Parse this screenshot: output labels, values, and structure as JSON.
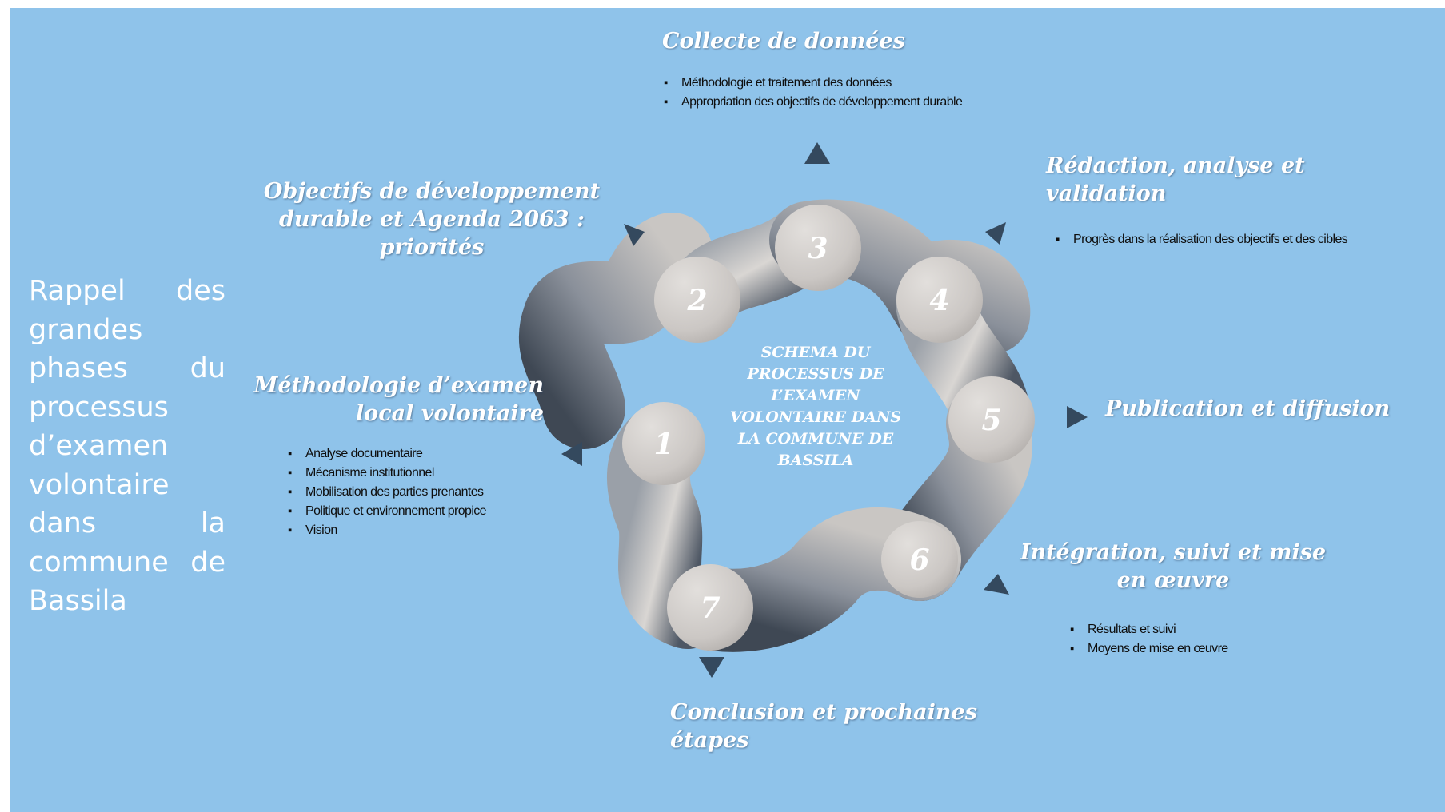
{
  "side_title": "Rappel des grandes phases du processus d’examen volontaire dans la commune de Bassila",
  "center_title": "SCHEMA DU PROCESSUS DE L’EXAMEN VOLONTAIRE DANS LA COMMUNE DE BASSILA",
  "nodes": [
    "1",
    "2",
    "3",
    "4",
    "5",
    "6",
    "7"
  ],
  "phases": {
    "methodologie": {
      "title": "Méthodologie d’examen local volontaire",
      "bullets": [
        "Analyse documentaire",
        "Mécanisme institutionnel",
        "Mobilisation des parties prenantes",
        "Politique et environnement propice",
        "Vision"
      ]
    },
    "objectifs": {
      "title": "Objectifs de développement durable et Agenda 2063 : priorités"
    },
    "collecte": {
      "title": "Collecte de données",
      "bullets": [
        "Méthodologie et traitement des données",
        "Appropriation des objectifs de développement durable"
      ]
    },
    "redaction": {
      "title": "Rédaction, analyse et validation",
      "bullets": [
        "Progrès dans la réalisation des objectifs et des cibles"
      ]
    },
    "publication": {
      "title": "Publication et diffusion"
    },
    "integration": {
      "title": "Intégration, suivi et mise en œuvre",
      "bullets": [
        "Résultats et suivi",
        "Moyens de mise en œuvre"
      ]
    },
    "conclusion": {
      "title": "Conclusion et prochaines étapes"
    }
  },
  "colors": {
    "background": "#8fc3ea",
    "text_light": "#ffffff",
    "bullet_text": "#0e0e0e",
    "arrow": "#34495e",
    "node_fill": "#cfcbc8",
    "link_dark": "#545d69"
  }
}
